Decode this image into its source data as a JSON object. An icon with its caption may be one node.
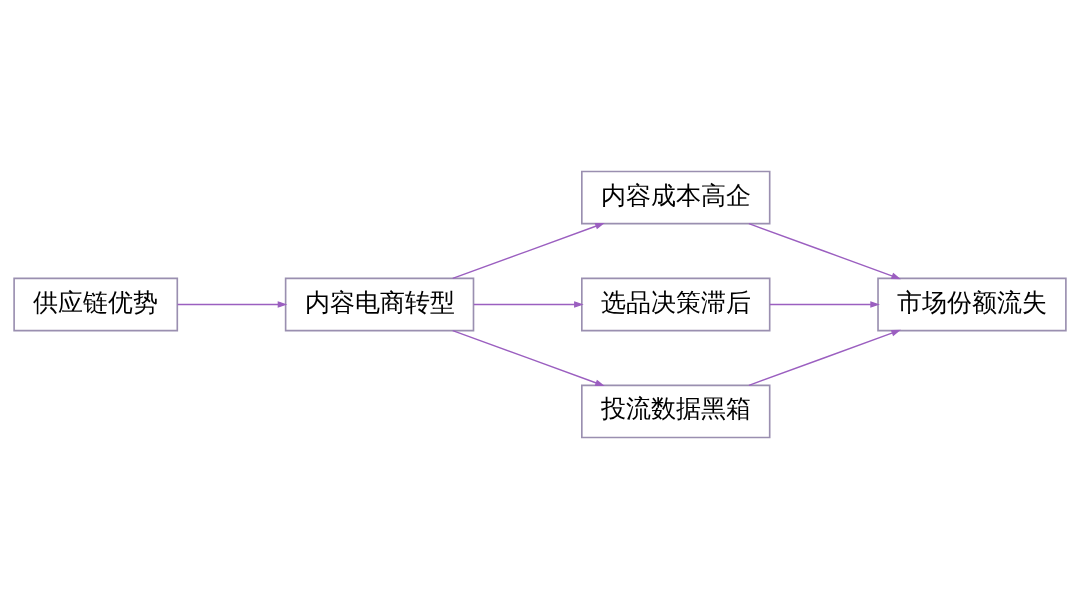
{
  "diagram": {
    "nodes": [
      {
        "text": [
          "供应链优势"
        ]
      },
      {
        "text": [
          "内容电商转型"
        ]
      },
      {
        "text": [
          "内容成本高企"
        ]
      },
      {
        "text": [
          "选品决策滞后"
        ]
      },
      {
        "text": [
          "投流数据黑箱"
        ]
      },
      {
        "text": [
          "市场份额流失"
        ]
      }
    ],
    "edges": [
      {
        "from": 0,
        "to": 1,
        "arrow": "to"
      },
      {
        "from": 1,
        "to": 2,
        "arrow": "to"
      },
      {
        "from": 1,
        "to": 3,
        "arrow": "to"
      },
      {
        "from": 1,
        "to": 4,
        "arrow": "to"
      },
      {
        "from": 2,
        "to": 5,
        "arrow": "to"
      },
      {
        "from": 3,
        "to": 5,
        "arrow": "to"
      },
      {
        "from": 4,
        "to": 5,
        "arrow": "to"
      }
    ]
  }
}
